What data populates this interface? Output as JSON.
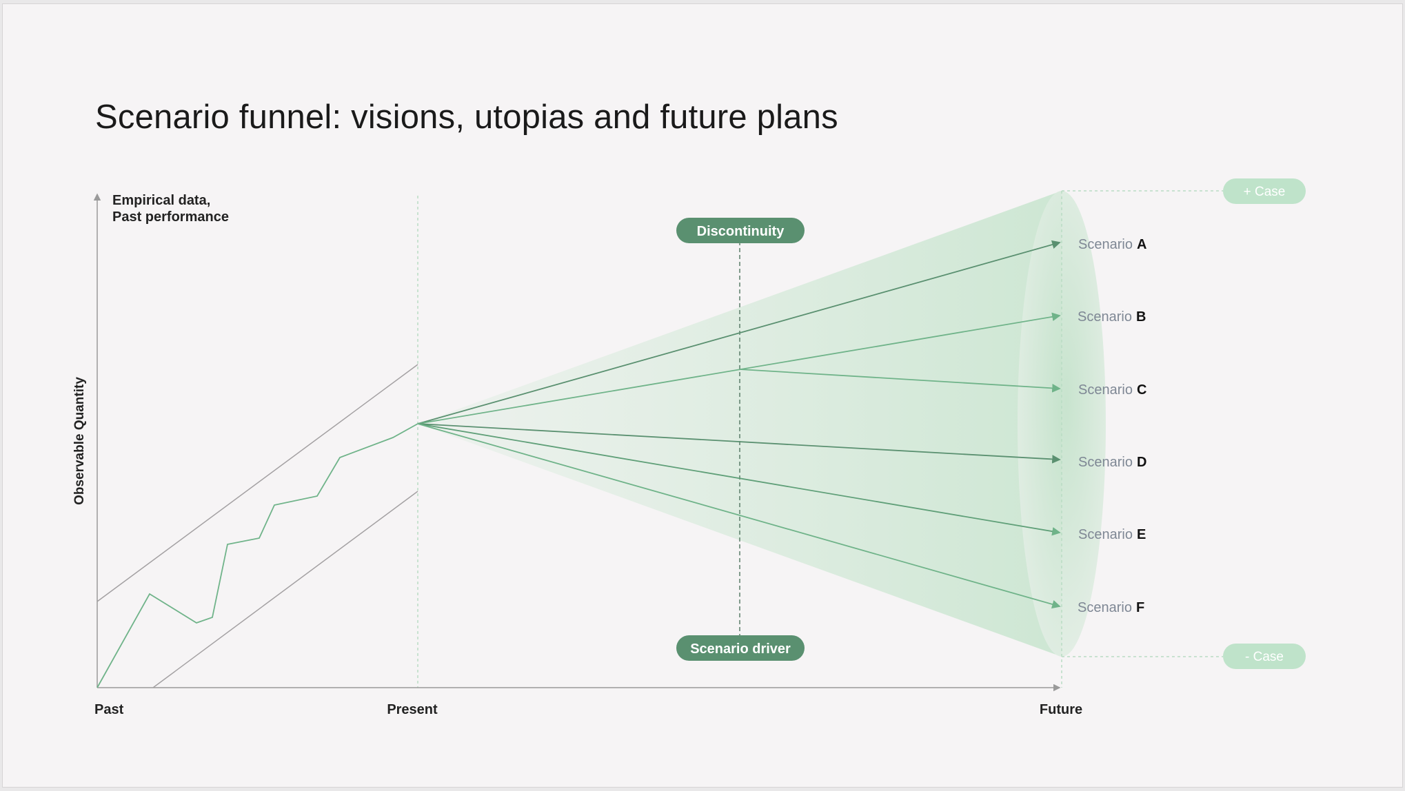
{
  "title": "Scenario funnel: visions, utopias and future plans",
  "axis": {
    "y_label": "Observable Quantity",
    "empirical_line1": "Empirical data,",
    "empirical_line2": "Past performance",
    "x_past": "Past",
    "x_present": "Present",
    "x_future": "Future"
  },
  "badges": {
    "discontinuity": "Discontinuity",
    "scenario_driver": "Scenario driver",
    "plus_case": "+ Case",
    "minus_case": "- Case"
  },
  "scenario_word": "Scenario",
  "scenarios": [
    {
      "letter": "A"
    },
    {
      "letter": "B"
    },
    {
      "letter": "C"
    },
    {
      "letter": "D"
    },
    {
      "letter": "E"
    },
    {
      "letter": "F"
    }
  ],
  "colors": {
    "accent_dark": "#5a9070",
    "accent_mid": "#6fb389",
    "accent_light": "#bfe3ca",
    "funnel_fill": "#d3ead8",
    "scenario_word": "#7e8794",
    "axis": "#9a9a9a"
  }
}
